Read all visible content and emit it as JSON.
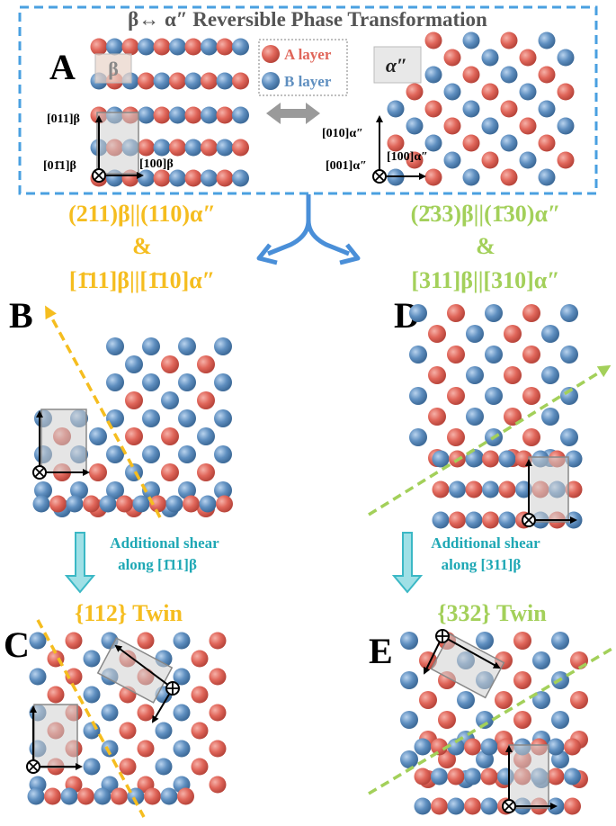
{
  "title": "β↔ α″ Reversible Phase Transformation",
  "colors": {
    "a_layer": "#e0665a",
    "b_layer": "#5f8fc0",
    "frame": "#4aa0e0",
    "beta_alpha_1": "#f5bd1f",
    "beta_alpha_2": "#a3d05a",
    "shear_arrow": "#3bb8c5",
    "cell_fill": "#cfcfcf"
  },
  "panels": {
    "a": "A",
    "b": "B",
    "c": "C",
    "d": "D",
    "e": "E"
  },
  "legend": {
    "a_layer": "A layer",
    "b_layer": "B layer"
  },
  "cells": {
    "beta": "β",
    "alpha": "α″"
  },
  "axes_beta": {
    "up": "[011]β",
    "out": "[01̄1]β",
    "right": "[100]β"
  },
  "axes_alpha": {
    "up": "[010]α″",
    "out": "[001]α″",
    "right": "[100]α″"
  },
  "relations": {
    "left_1": "(211)β||(110)α″",
    "left_amp": "&",
    "left_2": "[1̄11]β||[1̄10]α″",
    "right_1": "(2̄33)β||(1̄30)α″",
    "right_amp": "&",
    "right_2": "[311]β||[310]α″"
  },
  "shear": {
    "left_line1": "Additional shear",
    "left_line2": "along [1̄11]β",
    "right_line1": "Additional shear",
    "right_line2": "along [311]β"
  },
  "twins": {
    "left": "{112}  Twin",
    "right": "{332}  Twin"
  }
}
